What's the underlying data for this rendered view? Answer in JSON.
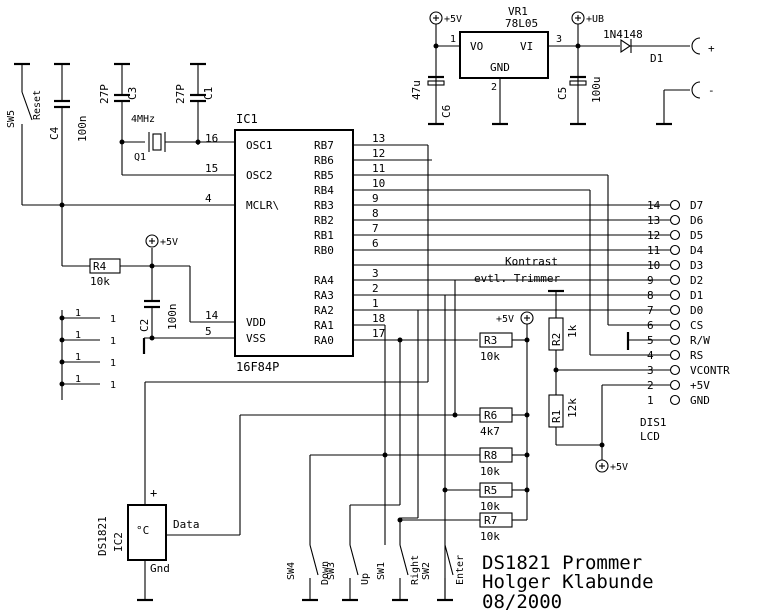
{
  "title": {
    "line1": "DS1821 Prommer",
    "line2": "Holger Klabunde",
    "line3": "08/2000"
  },
  "ic1": {
    "ref": "IC1",
    "part": "16F84P",
    "pins_left": [
      {
        "num": "16",
        "name": "OSC1"
      },
      {
        "num": "15",
        "name": "OSC2"
      },
      {
        "num": "4",
        "name": "MCLR\\"
      },
      {
        "num": "14",
        "name": "VDD"
      },
      {
        "num": "5",
        "name": "VSS"
      }
    ],
    "pins_right": [
      {
        "num": "13",
        "name": "RB7"
      },
      {
        "num": "12",
        "name": "RB6"
      },
      {
        "num": "11",
        "name": "RB5"
      },
      {
        "num": "10",
        "name": "RB4"
      },
      {
        "num": "9",
        "name": "RB3"
      },
      {
        "num": "8",
        "name": "RB2"
      },
      {
        "num": "7",
        "name": "RB1"
      },
      {
        "num": "6",
        "name": "RB0"
      },
      {
        "num": "3",
        "name": "RA4"
      },
      {
        "num": "2",
        "name": "RA3"
      },
      {
        "num": "1",
        "name": "RA2"
      },
      {
        "num": "18",
        "name": "RA1"
      },
      {
        "num": "17",
        "name": "RA0"
      }
    ]
  },
  "regulator": {
    "ref": "VR1",
    "part": "78L05",
    "vo": "VO",
    "vi": "VI",
    "gnd": "GND",
    "pin_vo": "1",
    "pin_vi": "3",
    "pin_gnd": "2"
  },
  "supply": {
    "v5": "+5V",
    "ub": "+UB",
    "diode_part": "1N4148",
    "diode_ref": "D1",
    "plus": "+",
    "minus": "-"
  },
  "caps": {
    "c6_val": "47u",
    "c6_ref": "C6",
    "c5_ref": "C5",
    "c5_val": "100u",
    "c3_val": "27P",
    "c3_ref": "C3",
    "c1_val": "27P",
    "c1_ref": "C1",
    "c4_ref": "C4",
    "c4_val": "100n",
    "c2_ref": "C2",
    "c2_val": "100n"
  },
  "crystal": {
    "freq": "4MHz",
    "ref": "Q1"
  },
  "reset": {
    "ref": "SW5",
    "label": "Reset"
  },
  "r4": {
    "ref": "R4",
    "val": "10k"
  },
  "r3": {
    "ref": "R3",
    "val": "10k"
  },
  "r6": {
    "ref": "R6",
    "val": "4k7"
  },
  "r8": {
    "ref": "R8",
    "val": "10k"
  },
  "r5": {
    "ref": "R5",
    "val": "10k"
  },
  "r7": {
    "ref": "R7",
    "val": "10k"
  },
  "r2": {
    "ref": "R2",
    "val": "1k"
  },
  "r1": {
    "ref": "R1",
    "val": "12k"
  },
  "trimmer": {
    "line1": "Kontrast",
    "line2": "evtl. Trimmer"
  },
  "lcd": {
    "ref": "DIS1",
    "name": "LCD",
    "pins": [
      {
        "num": "14",
        "name": "D7"
      },
      {
        "num": "13",
        "name": "D6"
      },
      {
        "num": "12",
        "name": "D5"
      },
      {
        "num": "11",
        "name": "D4"
      },
      {
        "num": "10",
        "name": "D3"
      },
      {
        "num": "9",
        "name": "D2"
      },
      {
        "num": "8",
        "name": "D1"
      },
      {
        "num": "7",
        "name": "D0"
      },
      {
        "num": "6",
        "name": "CS"
      },
      {
        "num": "5",
        "name": "R/W"
      },
      {
        "num": "4",
        "name": "RS"
      },
      {
        "num": "3",
        "name": "VCONTR"
      },
      {
        "num": "2",
        "name": "+5V"
      },
      {
        "num": "1",
        "name": "GND"
      }
    ]
  },
  "jumpers": {
    "labels": [
      "1",
      "1",
      "1",
      "1",
      "1",
      "1",
      "1",
      "1"
    ]
  },
  "ic2": {
    "part": "DS1821",
    "ref": "IC2",
    "symbol": "°C",
    "plus": "+",
    "data": "Data",
    "gnd": "Gnd"
  },
  "switches": [
    {
      "ref": "SW4",
      "label": "Down"
    },
    {
      "ref": "SW3",
      "label": "Up"
    },
    {
      "ref": "SW1",
      "label": "Right"
    },
    {
      "ref": "SW2",
      "label": "Enter"
    }
  ]
}
